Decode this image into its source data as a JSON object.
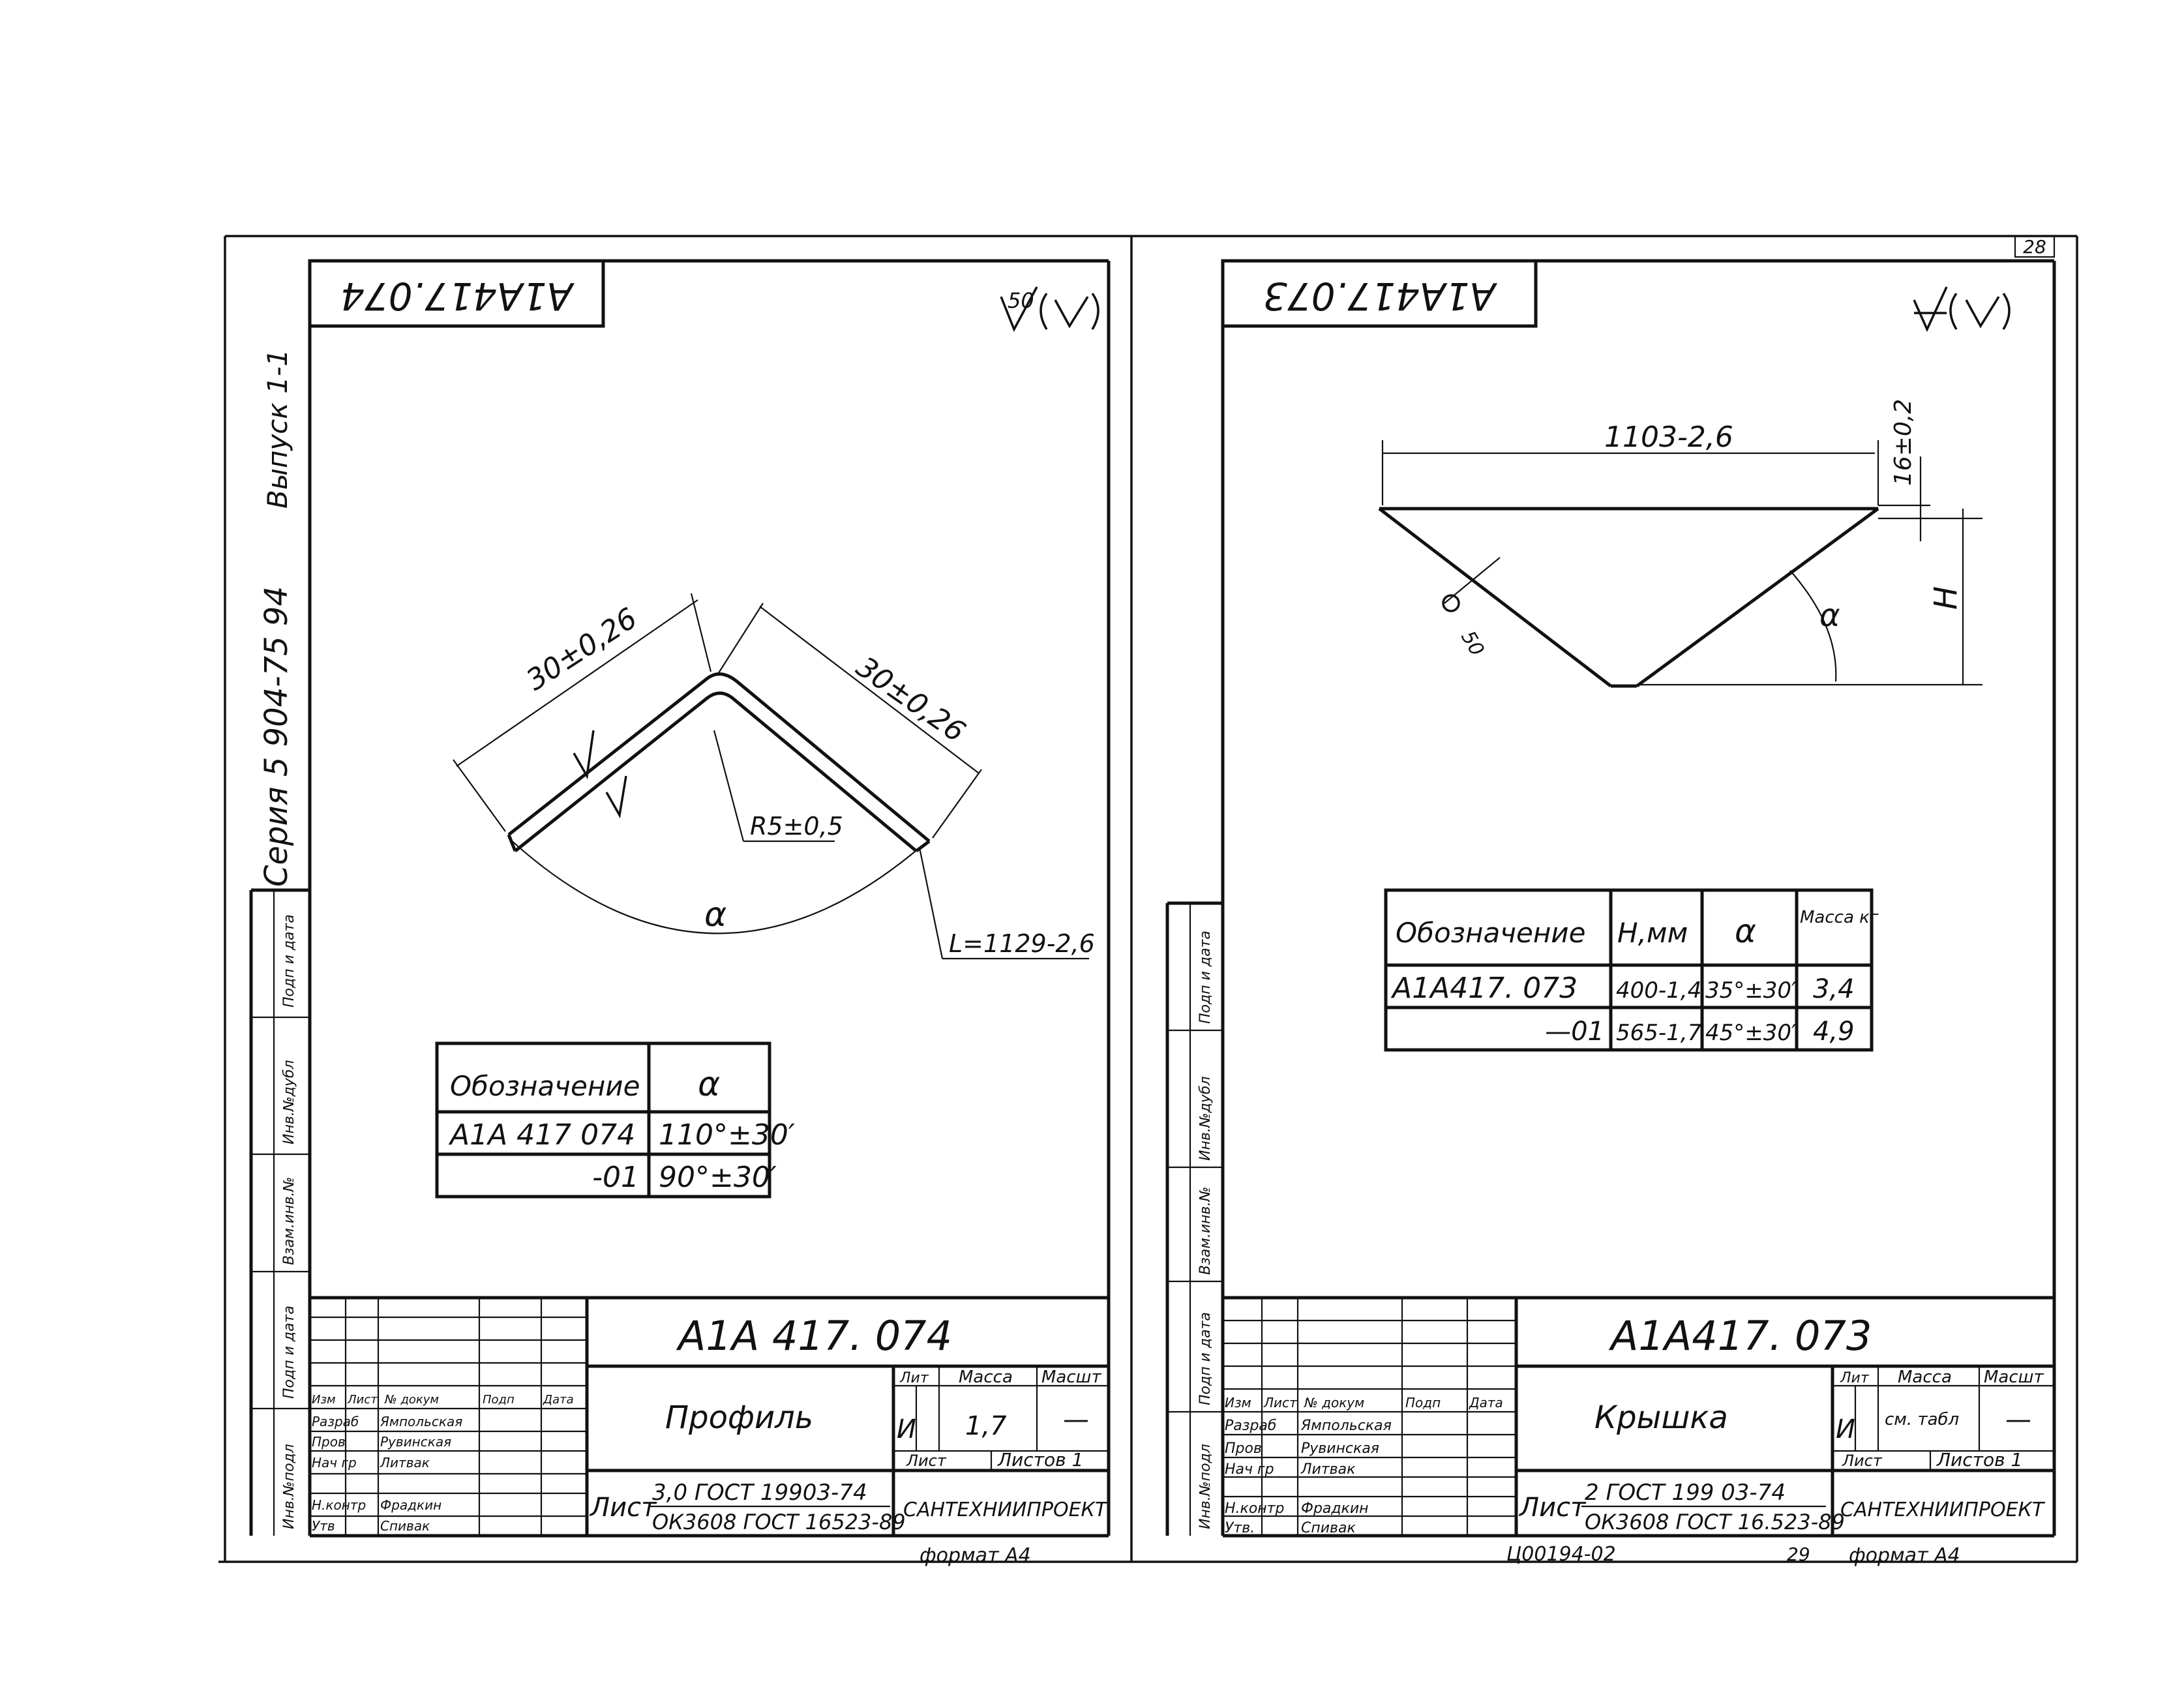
{
  "page_number": "28",
  "bottom_code": "Ц00194-02",
  "bottom_num": "29",
  "series_label": "Серия 5 904-75 94",
  "issue_label": "Выпуск 1-1",
  "margin_stamp": [
    "Инв.№подл",
    "Подп и дата",
    "Взам.инв.№",
    "Инв.№дубл",
    "Подп и дата"
  ],
  "left": {
    "rotated_code": "A1A417.074",
    "roughness": "50",
    "dim_side_left": "30±0,26",
    "dim_side_right": "30±0,26",
    "radius": "R5±0,5",
    "length": "L=1129-2,6",
    "angle": "α",
    "table": {
      "header": [
        "Обозначение",
        "α"
      ],
      "rows": [
        [
          "A1A 417 074",
          "110°±30′"
        ],
        [
          "-01",
          "90°±30′"
        ]
      ]
    },
    "title_block": {
      "code": "A1A 417. 074",
      "name": "Профиль",
      "lit_header": "Лит",
      "mass_header": "Масса",
      "scale_header": "Масшт",
      "lit": "И",
      "mass": "1,7",
      "scale": "—",
      "sheet": "Лист",
      "sheets": "Листов 1",
      "material_label": "Лист",
      "material_top": "3,0 ГОСТ 19903-74",
      "material_bottom": "ОК3608 ГОСТ 16523-89",
      "org": "САНТЕХНИИПРОЕКТ",
      "col_headers": [
        "Изм",
        "Лист",
        "№ докум",
        "Подп",
        "Дата"
      ],
      "people": [
        [
          "Разраб",
          "Ямпольская"
        ],
        [
          "Пров",
          "Рувинская"
        ],
        [
          "Нач гр",
          "Литвак"
        ],
        [
          "Н.контр",
          "Фрадкин"
        ],
        [
          "Утв",
          "Спивак"
        ]
      ],
      "format": "формат А4"
    }
  },
  "right": {
    "rotated_code": "A1A417.073",
    "roughness": "∆",
    "dim_top": "1103-2,6",
    "dim_thick": "16±0,2",
    "dim_height": "H",
    "roughness_side": "50",
    "angle": "α",
    "table": {
      "header": [
        "Обозначение",
        "H,мм",
        "α",
        "Масса кг"
      ],
      "rows": [
        [
          "A1A417. 073",
          "400-1,4",
          "35°±30′",
          "3,4"
        ],
        [
          "—01",
          "565-1,7",
          "45°±30′",
          "4,9"
        ]
      ]
    },
    "title_block": {
      "code": "A1A417. 073",
      "name": "Крышка",
      "lit_header": "Лит",
      "mass_header": "Масса",
      "scale_header": "Масшт",
      "lit": "И",
      "mass": "см. табл",
      "scale": "—",
      "sheet": "Лист",
      "sheets": "Листов 1",
      "material_label": "Лист",
      "material_top": "2 ГОСТ 199 03-74",
      "material_bottom": "ОК3608 ГОСТ 16.523-89",
      "org": "САНТЕХНИИПРОЕКТ",
      "col_headers": [
        "Изм",
        "Лист",
        "№ докум",
        "Подп",
        "Дата"
      ],
      "people": [
        [
          "Разраб",
          "Ямпольская"
        ],
        [
          "Пров",
          "Рувинская"
        ],
        [
          "Нач гр",
          "Литвак"
        ],
        [
          "Н.контр",
          "Фрадкин"
        ],
        [
          "Утв.",
          "Спивак"
        ]
      ],
      "format": "формат А4"
    }
  }
}
